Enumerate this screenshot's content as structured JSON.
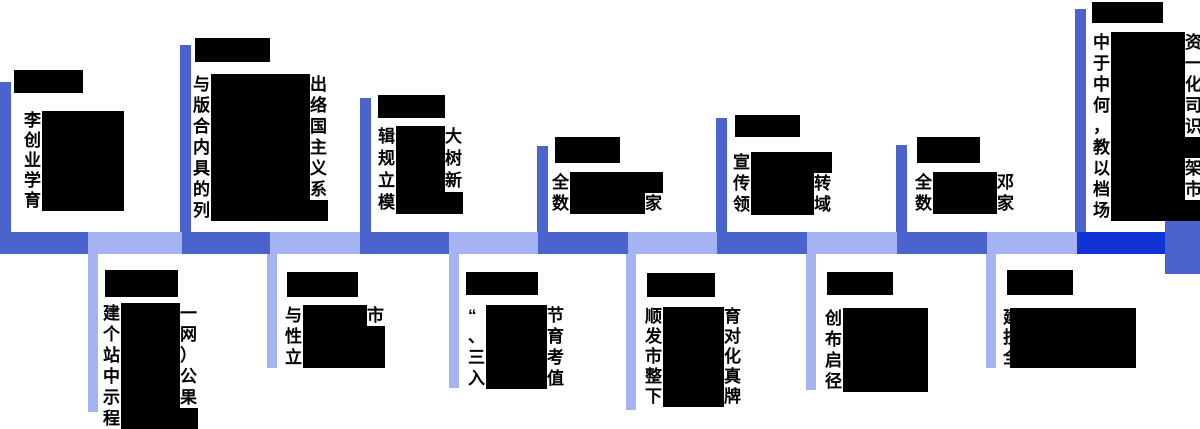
{
  "diagram": {
    "type": "timeline",
    "orientation": "horizontal",
    "description": "Milestone timeline with redacted (blacked-out) date boxes and body text; only edge characters of each text line are visible."
  },
  "colors": {
    "segment_medium_blue": "#4b64cd",
    "segment_light_blue": "#a5b3f3",
    "segment_bright_blue": "#1133d6",
    "redaction_black": "#000000",
    "background": "#ffffff"
  },
  "items": {
    "above": [
      {
        "title_redacted": true,
        "lines": [
          {
            "l": "李",
            "r": ""
          },
          {
            "l": "创",
            "r": ""
          },
          {
            "l": "业",
            "r": ""
          },
          {
            "l": "学",
            "r": ""
          },
          {
            "l": "育",
            "r": ""
          }
        ]
      },
      {
        "title_redacted": true,
        "lines": [
          {
            "l": "与",
            "r": "出"
          },
          {
            "l": "版",
            "r": "络"
          },
          {
            "l": "合",
            "r": "国"
          },
          {
            "l": "内",
            "r": "主"
          },
          {
            "l": "具",
            "r": "义"
          },
          {
            "l": "的",
            "r": "系"
          },
          {
            "l": "列",
            "r": ""
          }
        ]
      },
      {
        "title_redacted": true,
        "lines": [
          {
            "l": "辑",
            "r": "大"
          },
          {
            "l": "规",
            "r": "树"
          },
          {
            "l": "立",
            "r": "新"
          },
          {
            "l": "模",
            "r": ""
          }
        ]
      },
      {
        "title_redacted": true,
        "lines": [
          {
            "l": "全",
            "r": ""
          },
          {
            "l": "数",
            "r": "家"
          }
        ]
      },
      {
        "title_redacted": true,
        "lines": [
          {
            "l": "宣",
            "r": ""
          },
          {
            "l": "传",
            "r": "转"
          },
          {
            "l": "领",
            "r": "域"
          }
        ]
      },
      {
        "title_redacted": true,
        "lines": [
          {
            "l": "全",
            "r": "邓"
          },
          {
            "l": "数",
            "r": "家"
          }
        ]
      },
      {
        "title_redacted": true,
        "lines": [
          {
            "l": "中",
            "r": "资"
          },
          {
            "l": "于",
            "r": "一"
          },
          {
            "l": "中",
            "r": "化"
          },
          {
            "l": "何",
            "r": "司"
          },
          {
            "l": "，",
            "r": "识"
          },
          {
            "l": "教",
            "r": ""
          },
          {
            "l": "以",
            "r": "架"
          },
          {
            "l": "档",
            "r": "市"
          },
          {
            "l": "场",
            "r": ""
          }
        ]
      }
    ],
    "below": [
      {
        "title_redacted": true,
        "lines": [
          {
            "l": "建",
            "r": "一"
          },
          {
            "l": "个",
            "r": "网"
          },
          {
            "l": "站",
            "r": "）"
          },
          {
            "l": "中",
            "r": "公"
          },
          {
            "l": "示",
            "r": "果"
          },
          {
            "l": "程",
            "r": ""
          }
        ]
      },
      {
        "title_redacted": true,
        "lines": [
          {
            "l": "与",
            "r": "市"
          },
          {
            "l": "性",
            "r": ""
          },
          {
            "l": "立",
            "r": ""
          }
        ]
      },
      {
        "title_redacted": true,
        "lines": [
          {
            "l": "“",
            "r": "节"
          },
          {
            "l": "、",
            "r": "育"
          },
          {
            "l": "三",
            "r": "考"
          },
          {
            "l": "入",
            "r": "值"
          }
        ]
      },
      {
        "title_redacted": true,
        "lines": [
          {
            "l": "顺",
            "r": "育"
          },
          {
            "l": "发",
            "r": "对"
          },
          {
            "l": "市",
            "r": "化"
          },
          {
            "l": "整",
            "r": "真"
          },
          {
            "l": "下",
            "r": "牌"
          }
        ]
      },
      {
        "title_redacted": true,
        "lines": [
          {
            "l": "创",
            "r": ""
          },
          {
            "l": "布",
            "r": ""
          },
          {
            "l": "启",
            "r": ""
          },
          {
            "l": "径",
            "r": ""
          }
        ]
      },
      {
        "title_redacted": true,
        "lines": [
          {
            "l": "建",
            "r": ""
          },
          {
            "l": "技",
            "r": ""
          },
          {
            "l": "全",
            "r": ""
          }
        ]
      }
    ]
  }
}
